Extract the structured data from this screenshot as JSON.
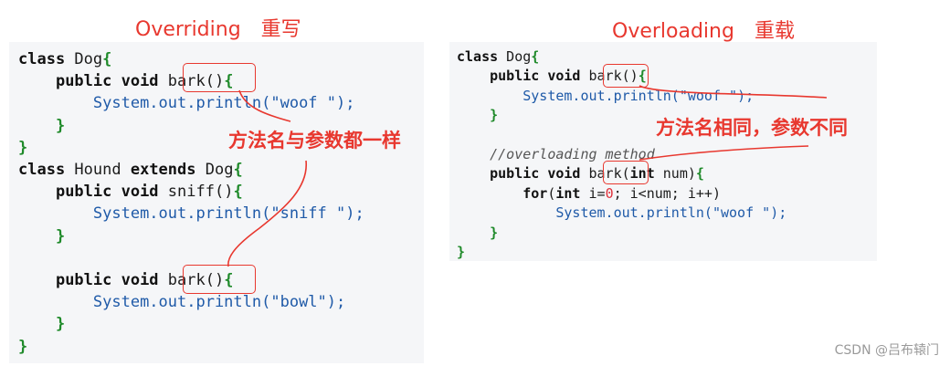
{
  "overriding": {
    "title_en": "Overriding",
    "title_zh": "重写",
    "annotation": "方法名与参数都一样",
    "code": {
      "l1_kw": "class",
      "l1_name": " Dog",
      "l1_br": "{",
      "l2_kw": "public void",
      "l2_m": "bark",
      "l2_p": "()",
      "l2_br": "{",
      "l3_obj": "System.out.println(",
      "l3_str": "\"woof \"",
      "l3_end": ");",
      "l4_br": "}",
      "l5_br": "}",
      "l6_kw1": "class",
      "l6_name": " Hound ",
      "l6_kw2": "extends",
      "l6_base": " Dog",
      "l6_br": "{",
      "l7_kw": "public void",
      "l7_m": " sniff()",
      "l7_br": "{",
      "l8_obj": "System.out.println(",
      "l8_str": "\"sniff \"",
      "l8_end": ");",
      "l9_br": "}",
      "l11_kw": "public void",
      "l11_m": "bark",
      "l11_p": "()",
      "l11_br": "{",
      "l12_obj": "System.out.println(",
      "l12_str": "\"bowl\"",
      "l12_end": ");",
      "l13_br": "}",
      "l14_br": "}"
    }
  },
  "overloading": {
    "title_en": "Overloading",
    "title_zh": "重载",
    "annotation": "方法名相同，参数不同",
    "code": {
      "l1_kw": "class",
      "l1_name": " Dog",
      "l1_br": "{",
      "l2_kw": "public void",
      "l2_m": "bark",
      "l2_p": "()",
      "l2_br": "{",
      "l3_obj": "System.out.println(",
      "l3_str": "\"woof \"",
      "l3_end": ");",
      "l4_br": "}",
      "l6_cm": "//overloading method",
      "l7_kw": "public void",
      "l7_m": "bark",
      "l7_p1": "(",
      "l7_kw2": "int",
      "l7_p2": " num)",
      "l7_br": "{",
      "l8_kw": "for",
      "l8_p1": "(",
      "l8_kw2": "int",
      "l8_p2": " i=",
      "l8_n0": "0",
      "l8_p3": "; i<num; i++)",
      "l9_obj": "System.out.println(",
      "l9_str": "\"woof \"",
      "l9_end": ");",
      "l10_br": "}",
      "l11_br": "}"
    }
  },
  "watermark": "CSDN @吕布辕门",
  "colors": {
    "accent": "#e8382f",
    "code_panel": "#f5f6f8",
    "keyword_blue": "#1f5aa8",
    "brace_green": "#1f8a2a"
  }
}
